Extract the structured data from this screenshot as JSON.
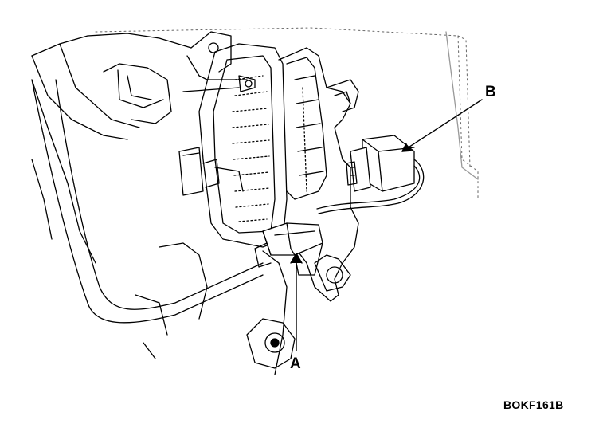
{
  "labels": {
    "a": "A",
    "b": "B"
  },
  "figure_code": "BOKF161B",
  "components": {
    "a": "harness-clip",
    "b": "sensor-connector"
  },
  "colors": {
    "line": "#000000",
    "shade": "#dcdcdc",
    "background": "#ffffff"
  }
}
